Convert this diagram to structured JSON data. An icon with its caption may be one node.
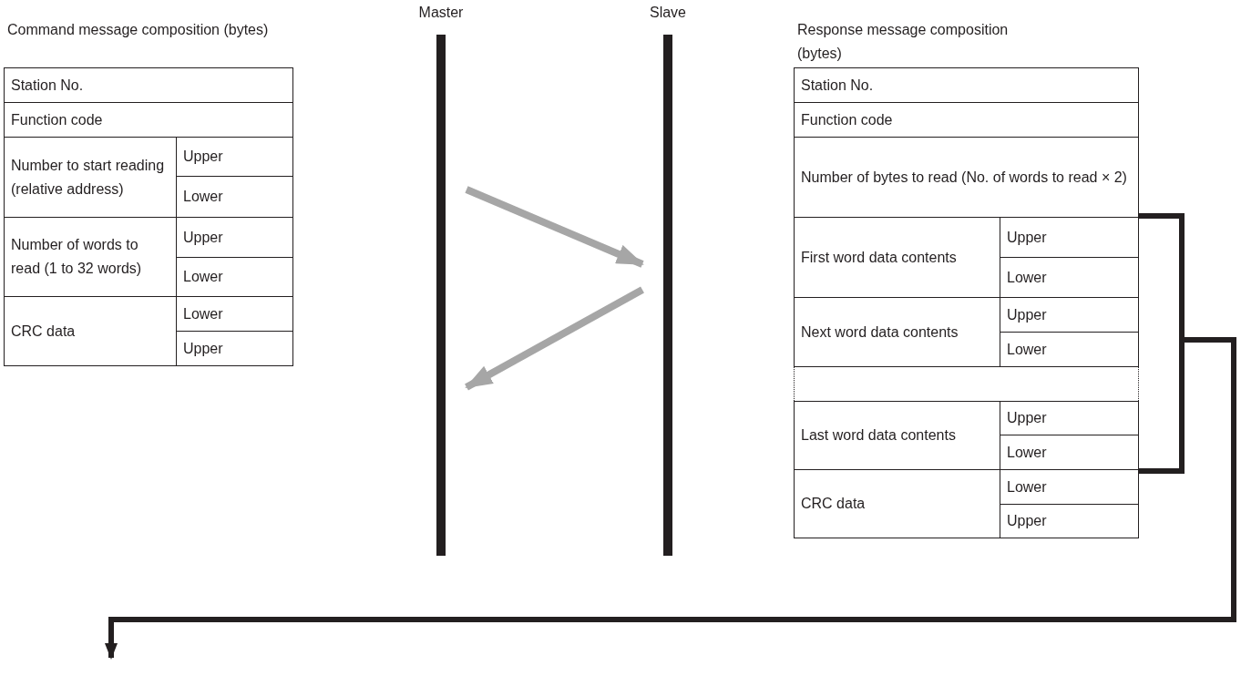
{
  "diagram": {
    "nodes": [
      {
        "text": [
          "Master"
        ]
      },
      {
        "text": [
          "Slave"
        ]
      },
      {
        "text": [
          "Command message composition (bytes)",
          "Station No.",
          "Function code",
          "Number to start reading (relative address)",
          "Upper",
          "Lower",
          "Number of words to read (1 to 32 words)",
          "Upper",
          "Lower",
          "CRC data",
          "Lower",
          "Upper"
        ]
      },
      {
        "text": [
          "Response message composition (bytes)",
          "Station No.",
          "Function code",
          "Number of bytes to read (No. of words to read × 2)",
          "First word data contents",
          "Upper",
          "Lower",
          "Next word data contents",
          "Upper",
          "Lower",
          "Last word data contents",
          "Upper",
          "Lower",
          "CRC data",
          "Lower",
          "Upper"
        ]
      }
    ],
    "edges": [
      {
        "from": 0,
        "to": 1,
        "arrow": "to",
        "color": "#a6a6a6"
      },
      {
        "from": 1,
        "to": 0,
        "arrow": "to",
        "color": "#a6a6a6"
      },
      {
        "from": 3,
        "to": null,
        "arrow": "to",
        "color": "#231f20"
      }
    ]
  }
}
